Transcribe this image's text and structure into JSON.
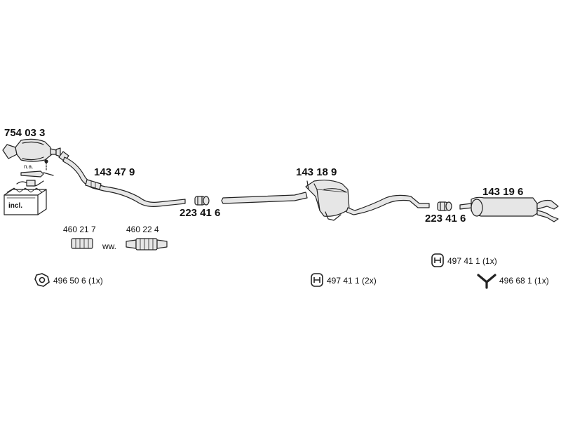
{
  "parts": {
    "catalytic_converter": {
      "number": "754 03 3",
      "note": "n.a.",
      "kit_label": "incl."
    },
    "front_pipe": {
      "number": "143 47 9"
    },
    "clamp_left": {
      "number": "223 41 6"
    },
    "middle_silencer": {
      "number": "143 18 9"
    },
    "clamp_right": {
      "number": "223 41 6"
    },
    "rear_silencer": {
      "number": "143 19 6"
    },
    "flex_pipe_a": {
      "number": "460 21 7"
    },
    "flex_pipe_b": {
      "number": "460 22 4"
    },
    "flex_pipe_separator": "ww."
  },
  "accessories": [
    {
      "number": "496 50 6 (1x)",
      "icon": "gasket-ring-icon"
    },
    {
      "number": "497 41 1 (2x)",
      "icon": "rubber-hanger-icon"
    },
    {
      "number": "497 41 1 (1x)",
      "icon": "rubber-hanger-icon"
    },
    {
      "number": "496 68 1 (1x)",
      "icon": "y-gasket-icon"
    }
  ]
}
